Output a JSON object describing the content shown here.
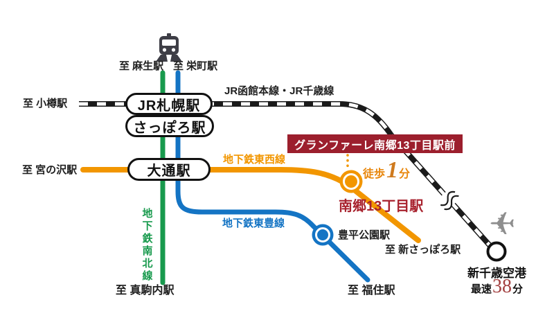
{
  "banner": {
    "label": "グランファーレ南郷13丁目駅前",
    "bg_color": "#9C1F2D",
    "text_color": "#FFFFFF"
  },
  "stations": {
    "jr_sapporo": {
      "label": "JR札幌駅"
    },
    "subway_sapporo": {
      "label": "さっぽろ駅"
    },
    "odori": {
      "label": "大通駅"
    },
    "nango_13chome": {
      "label": "南郷13丁目駅",
      "color": "#A8222E"
    },
    "toyohira_koen": {
      "label": "豊平公園駅"
    },
    "new_chitose_airport": {
      "label": "新千歳空港"
    }
  },
  "lines": {
    "jr": {
      "label": "JR函館本線・JR千歳線",
      "color": "#1A1A1A"
    },
    "tozai": {
      "label": "地下鉄東西線",
      "color": "#F29600"
    },
    "toho": {
      "label": "地下鉄東豊線",
      "color": "#1474C4"
    },
    "namboku": {
      "label": "地下鉄南北線",
      "color": "#189A4D"
    }
  },
  "destinations": {
    "asabu": "至 麻生駅",
    "sakaemachi": "至 栄町駅",
    "otaru": "至 小樽駅",
    "miyanosawa": "至 宮の沢駅",
    "makomanai": "至 真駒内駅",
    "shin_sapporo": "至 新さっぽろ駅",
    "fukuzumi": "至 福住駅"
  },
  "walk_time": {
    "prefix": "徒歩",
    "value": "1",
    "suffix": "分",
    "text_color": "#E8860B",
    "value_color": "#CF7A1E"
  },
  "airport_time": {
    "prefix": "最速",
    "value": "38",
    "suffix": "分",
    "value_color": "#A34141"
  },
  "icons": {
    "train": {
      "name": "train-icon",
      "color": "#3E3E46"
    },
    "airplane": {
      "name": "airplane-icon",
      "glyph": "✈",
      "color": "#8E8E8E"
    }
  }
}
